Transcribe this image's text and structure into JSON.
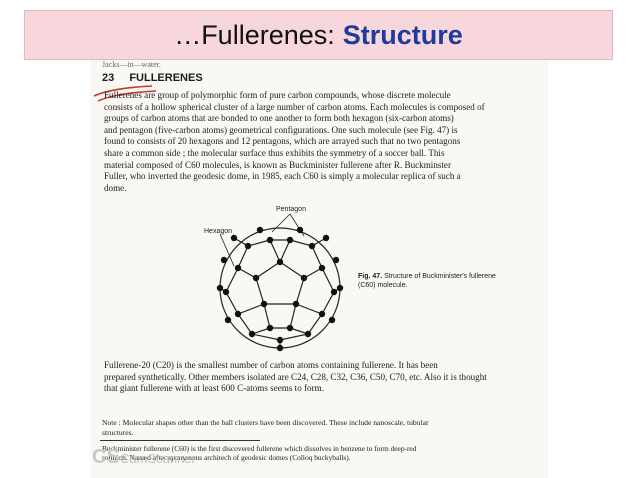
{
  "title": {
    "prefix": "…Fullerenes: ",
    "bold": "Structure"
  },
  "page": {
    "cut_text": "Jacks—in—water.",
    "section_number": "23",
    "section_title": "FULLERENES",
    "para1_lines": [
      "Fullerenes are group of polymorphic form of pure carbon compounds, whose discrete molecule",
      "consists of a hollow spherical cluster of a large number of carbon atoms. Each molecules is composed of",
      "groups of carbon atoms that are bonded to one another to form both hexagon (six-carbon atoms)",
      "and pentagon (five-carbon atoms) geometrical configurations. One such molecule (see Fig. 47) is",
      "found to consists of 20 hexagons and 12 pentagons, which are arrayed such that no two pentagons",
      "share a common side ; the molecular surface thus exhibits the symmetry of a soccer ball. This",
      "material composed of C60 molecules, is known as Buckminister fullerene after R. Buckminster",
      "Fuller, who inverted the geodesic dome, in 1985, each C60 is simply a molecular replica of such a",
      "dome."
    ],
    "fig_label_pentagon": "Pentagon",
    "fig_label_hexagon": "Hexagon",
    "fig_caption_bold": "Fig. 47.",
    "fig_caption_text": "Structure of Buckminister's fullerene (C60) molecule.",
    "para2_lines": [
      "Fullerene-20 (C20) is the smallest number of carbon atoms containing fullerene. It has been",
      "prepared synthetically. Other members isolated are C24, C28, C32, C36, C50, C70, etc. Also it is thought",
      "that giant fullerene with at least 600 C-atoms seems to form."
    ],
    "note_lines": [
      "Note : Molecular shapes other than the ball clusters have been discovered. These include nanoscale, tubular",
      "structures."
    ],
    "foot_lines": [
      "Buckminister fullerene (C60) is the first discovered fullerene which dissolves in benzene to form deep-red",
      "solution. Named after eponymous architech of geodesic domes (Colloq buckyballs)."
    ]
  },
  "watermark": {
    "logo": "CS",
    "text": "CamScanner"
  },
  "colors": {
    "title_bg": "#f8d7dc",
    "title_accent": "#1f3a9a",
    "underline": "#c0392b"
  }
}
